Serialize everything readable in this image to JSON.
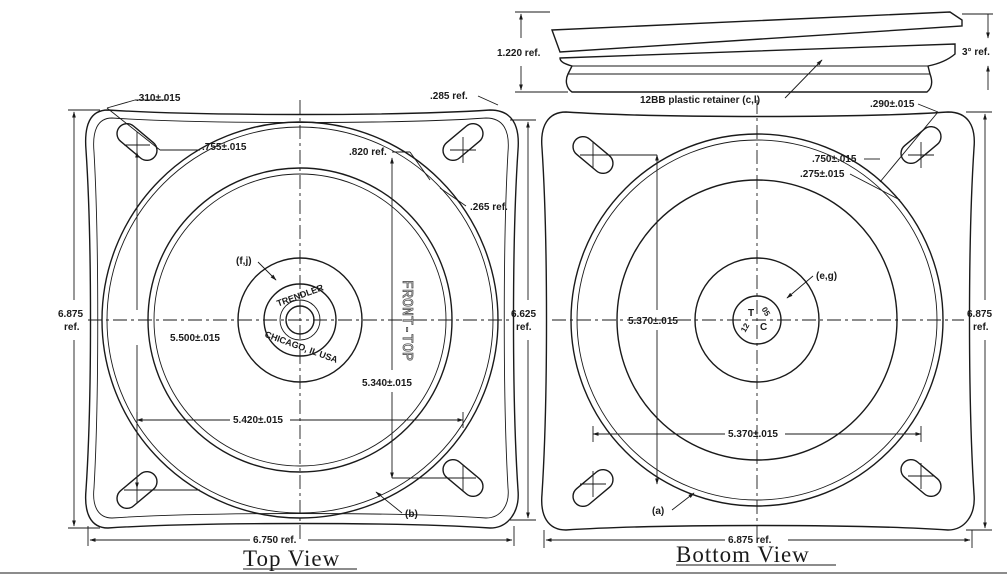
{
  "side_view": {
    "height_dim": "1.220 ref.",
    "angle_dim": "3° ref.",
    "retainer_note": "12BB plastic retainer (c,l)"
  },
  "top_view": {
    "title": "Top View",
    "dims": {
      "slot_width": ".310±.015",
      "slot_offset": ".755±.015",
      "tr_slot_width": ".285 ref.",
      "tr_slot_offset": ".820 ref.",
      "tr_slot_gap": ".265 ref.",
      "height_outer": "6.875",
      "height_inner": "6.625",
      "ref": "ref.",
      "hole_spacing_v": "5.500±.015",
      "hole_spacing_h": "5.420±.015",
      "hole_spacing_v2": "5.340±.015",
      "width": "6.750 ref."
    },
    "notes": {
      "hub": "(f,j)",
      "ring": "(b)"
    },
    "stamp": {
      "top": "TRENDLER",
      "bottom": "CHICAGO, IL USA"
    },
    "front_label": "FRONT-TOP"
  },
  "bottom_view": {
    "title": "Bottom View",
    "dims": {
      "tr_slot_width": ".290±.015",
      "tr_slot_offset": ".750±.015",
      "tr_slot_gap": ".275±.015",
      "height": "6.875",
      "ref": "ref.",
      "hole_spacing_inner": "5.370±.015",
      "hole_spacing_bottom": "5.370±.015",
      "width": "6.875 ref."
    },
    "notes": {
      "hub": "(e,g)",
      "ring": "(a)"
    },
    "stamp": {
      "letters": [
        "T",
        "12",
        "C",
        "05"
      ]
    }
  }
}
